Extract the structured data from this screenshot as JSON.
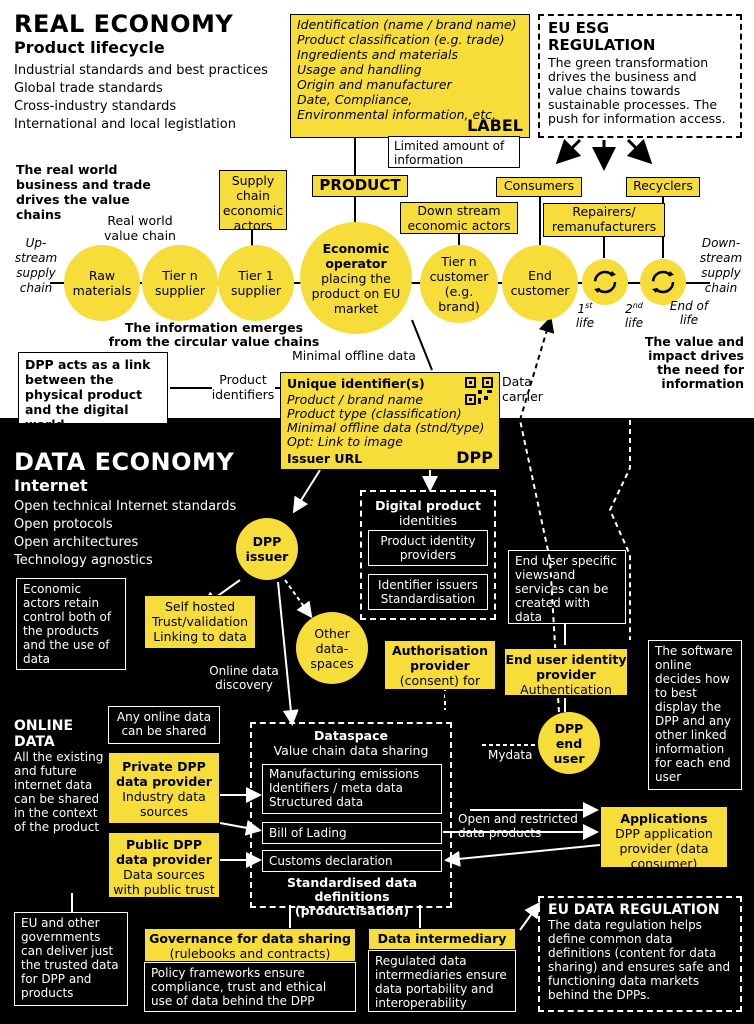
{
  "real_economy": {
    "title": "REAL ECONOMY",
    "subtitle": "Product lifecycle",
    "standards": [
      "Industrial standards and best practices",
      "Global trade standards",
      "Cross-industry standards",
      "International and local legistlation"
    ],
    "real_world_note": "The real world business and trade drives the value chains",
    "value_chain_label": "Real world value chain",
    "upstream": "Up-stream supply chain",
    "downstream": "Down-stream supply chain",
    "info_emerges": "The information emerges from the circular value chains",
    "value_impact": "The value and impact drives the need for information"
  },
  "label_box": {
    "lines": [
      "Identification (name / brand name)",
      "Product classification (e.g. trade)",
      "Ingredients and materials",
      "Usage and handling",
      "Origin and manufacturer",
      "Date, Compliance,",
      "Environmental information, etc."
    ],
    "title": "LABEL",
    "limited": "Limited amount of information"
  },
  "esg": {
    "title": "EU ESG REGULATION",
    "text": "The green transformation drives the business and value chains towards sustainable processes. The push for information access."
  },
  "chain": {
    "product": "PRODUCT",
    "raw": "Raw materials",
    "tier_n": "Tier n supplier",
    "supply_chain_actors": "Supply chain economic actors",
    "tier_1": "Tier 1 supplier",
    "econ_operator_bold": "Economic operator",
    "econ_operator_rest": "placing the product on EU market",
    "downstream_actors": "Down stream economic actors",
    "tier_n_customer": "Tier n customer (e.g. brand)",
    "consumers": "Consumers",
    "end_customer": "End customer",
    "repairers": "Repairers/ remanufacturers",
    "recyclers": "Recyclers",
    "first": "1",
    "first_sup": "st",
    "life": "life",
    "second": "2",
    "second_sup": "nd",
    "end_of_life": "End of life"
  },
  "dpp_link": {
    "note": "DPP acts as a link between the physical product and the digital world",
    "product_identifiers": "Product identifiers",
    "minimal_offline": "Minimal offline data",
    "data_carrier": "Data carrier"
  },
  "dpp_box": {
    "title": "Unique identifier(s)",
    "lines": [
      "Product / brand name",
      "Product type (classification)",
      "Minimal offline data (stnd/type)",
      "Opt: Link to image"
    ],
    "issuer_url": "Issuer URL",
    "tag": "DPP"
  },
  "data_economy": {
    "title": "DATA ECONOMY",
    "subtitle": "Internet",
    "standards": [
      "Open technical Internet standards",
      "Open protocols",
      "Open architectures",
      "Technology agnostics"
    ]
  },
  "dpp_issuer": {
    "label": "DPP issuer"
  },
  "identities": {
    "title": "Digital product",
    "subtitle": "identities",
    "providers": "Product identity providers",
    "issuers": "Identifier issuers Standardisation"
  },
  "end_user_views": "End user specific views and services can be created with data",
  "economic_actors_note": "Economic actors retain control both of the products and the use of data",
  "self_hosted": "Self hosted Trust/validation Linking to data",
  "other_dataspaces": "Other data-spaces",
  "online_discovery": "Online data discovery",
  "auth_provider": {
    "title": "Authorisation provider",
    "text": "(consent) for data sharing"
  },
  "end_user_identity": {
    "title": "End user identity provider",
    "text": "Authentication"
  },
  "software_note": "The software online decides how to best display the DPP and any other linked information for each end user",
  "dpp_end_user": "DPP end user",
  "mydata": "Mydata",
  "online_data": {
    "title": "ONLINE DATA",
    "text": "All the existing and future internet data can be shared in the context of the product"
  },
  "any_online": "Any online data can be shared",
  "private_provider": {
    "title": "Private DPP data provider",
    "text": "Industry data sources"
  },
  "public_provider": {
    "title": "Public DPP data provider",
    "text": "Data sources with public trust"
  },
  "dataspace": {
    "title": "Dataspace",
    "subtitle": "Value chain data sharing",
    "manufacturing": "Manufacturing emissions Identifiers / meta data Structured data",
    "bill": "Bill of Lading",
    "customs": "Customs declaration",
    "standardised": "Standardised data definitions (productisation)"
  },
  "open_restricted": "Open and restricted data products",
  "applications": {
    "title": "Applications",
    "text": "DPP application provider (data consumer)"
  },
  "eu_gov_note": "EU and other governments can deliver just the trusted data for DPP and products",
  "governance": {
    "title": "Governance for data sharing",
    "subtitle": "(rulebooks and contracts)",
    "text": "Policy frameworks ensure compliance, trust and ethical use of data behind the DPP"
  },
  "intermediary": {
    "title": "Data intermediary",
    "text": "Regulated data intermediaries ensure data portability and interoperability"
  },
  "eu_data_reg": {
    "title": "EU DATA REGULATION",
    "text": "The data regulation helps define common data definitions (content for data sharing) and ensures safe and functioning data markets behind the DPPs."
  },
  "colors": {
    "yellow": "#f6dd3a",
    "black": "#000000",
    "white": "#ffffff"
  },
  "icons": [
    "cycle-icon",
    "qr-code-icon"
  ]
}
